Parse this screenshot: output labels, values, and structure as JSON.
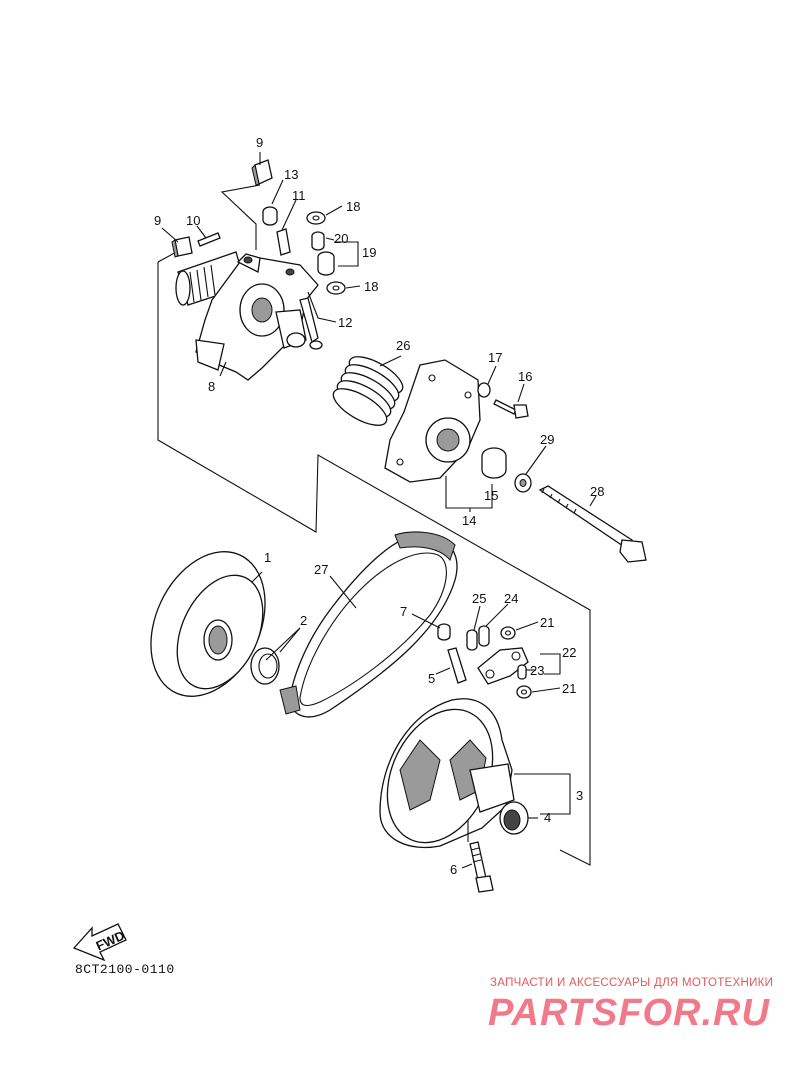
{
  "diagram": {
    "drawing_code": "8CT2100-0110",
    "fwd_label": "FWD",
    "callouts": {
      "c1": "1",
      "c2": "2",
      "c3": "3",
      "c4": "4",
      "c5": "5",
      "c6": "6",
      "c7": "7",
      "c8": "8",
      "c9a": "9",
      "c9b": "9",
      "c10": "10",
      "c11": "11",
      "c12": "12",
      "c13": "13",
      "c14": "14",
      "c15": "15",
      "c16": "16",
      "c17": "17",
      "c18a": "18",
      "c18b": "18",
      "c19": "19",
      "c20": "20",
      "c21a": "21",
      "c21b": "21",
      "c22": "22",
      "c23": "23",
      "c24": "24",
      "c25": "25",
      "c26": "26",
      "c27": "27",
      "c28": "28",
      "c29": "29"
    }
  },
  "watermark": {
    "subtitle": "ЗАПЧАСТИ И АКСЕССУАРЫ ДЛЯ МОТОТЕХНИКИ",
    "logo": "PARTSFOR.RU"
  }
}
